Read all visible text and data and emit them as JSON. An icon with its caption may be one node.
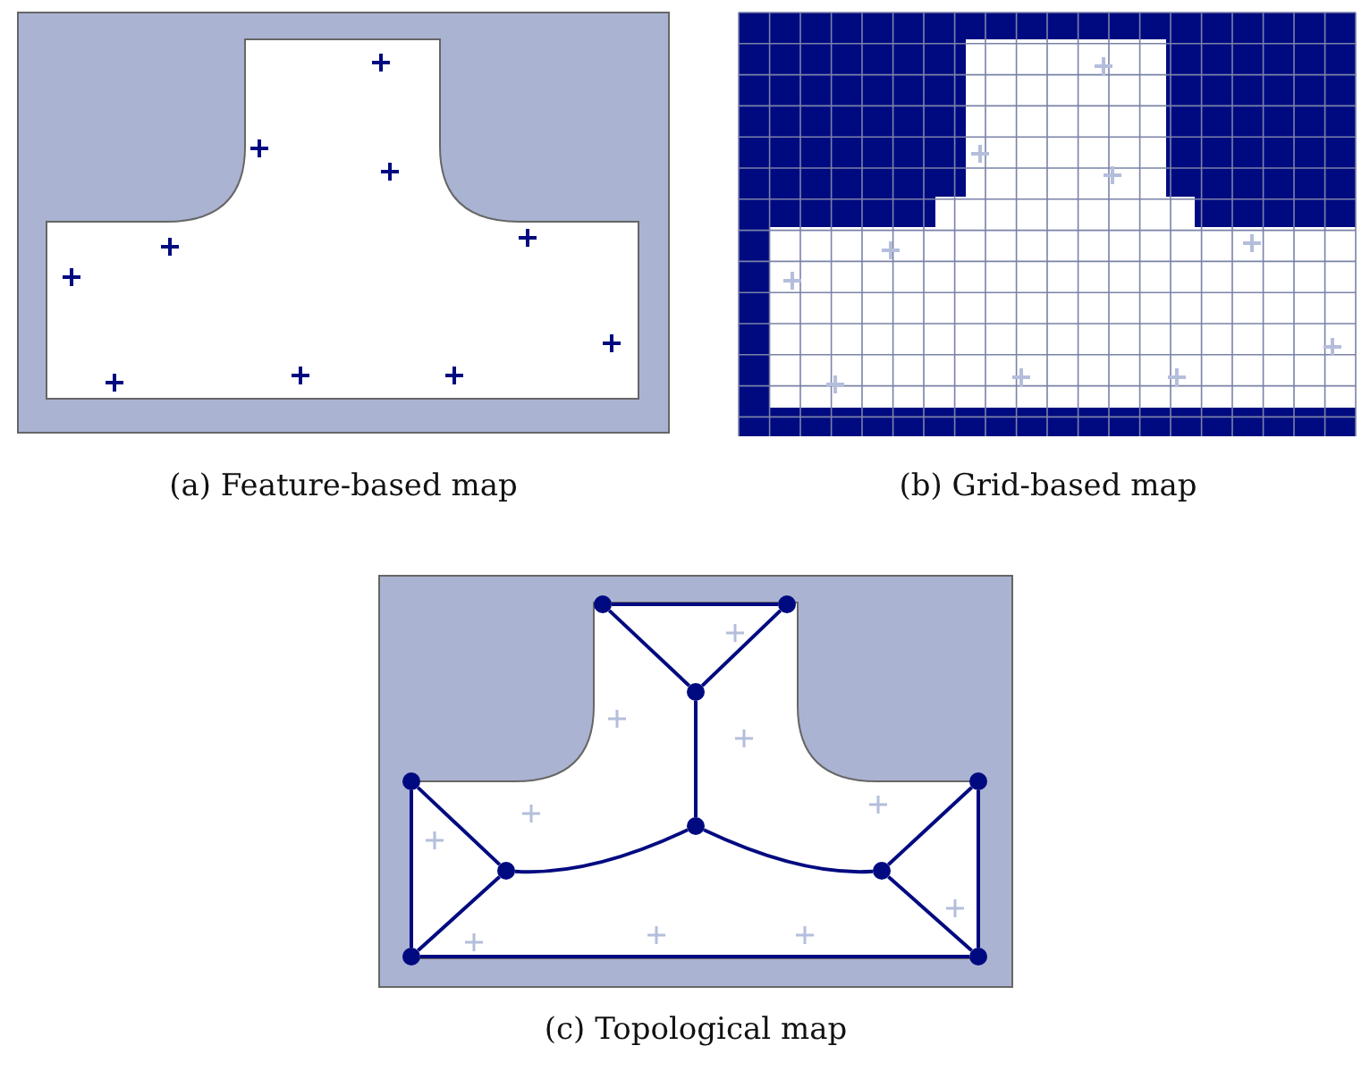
{
  "diagram": {
    "nodes": [
      {
        "text": [],
        "shape": "circle"
      },
      {
        "text": [],
        "shape": "circle"
      },
      {
        "text": [],
        "shape": "circle"
      },
      {
        "text": [],
        "shape": "circle"
      },
      {
        "text": [],
        "shape": "circle"
      },
      {
        "text": [],
        "shape": "circle"
      },
      {
        "text": [],
        "shape": "circle"
      },
      {
        "text": [],
        "shape": "circle"
      },
      {
        "text": [],
        "shape": "circle"
      },
      {
        "text": [],
        "shape": "circle"
      }
    ],
    "edges": [
      {
        "from": 0,
        "to": 1,
        "arrow": "none"
      },
      {
        "from": 0,
        "to": 2,
        "arrow": "none"
      },
      {
        "from": 1,
        "to": 2,
        "arrow": "none"
      },
      {
        "from": 2,
        "to": 5,
        "arrow": "none"
      },
      {
        "from": 5,
        "to": 6,
        "arrow": "none"
      },
      {
        "from": 5,
        "to": 7,
        "arrow": "none"
      },
      {
        "from": 3,
        "to": 6,
        "arrow": "none"
      },
      {
        "from": 6,
        "to": 8,
        "arrow": "none"
      },
      {
        "from": 3,
        "to": 8,
        "arrow": "none"
      },
      {
        "from": 4,
        "to": 7,
        "arrow": "none"
      },
      {
        "from": 7,
        "to": 9,
        "arrow": "none"
      },
      {
        "from": 4,
        "to": 9,
        "arrow": "none"
      },
      {
        "from": 8,
        "to": 9,
        "arrow": "none"
      }
    ],
    "labels": [
      "(a) Feature-based map",
      "(b) Grid-based map",
      "(c) Topological map"
    ]
  }
}
